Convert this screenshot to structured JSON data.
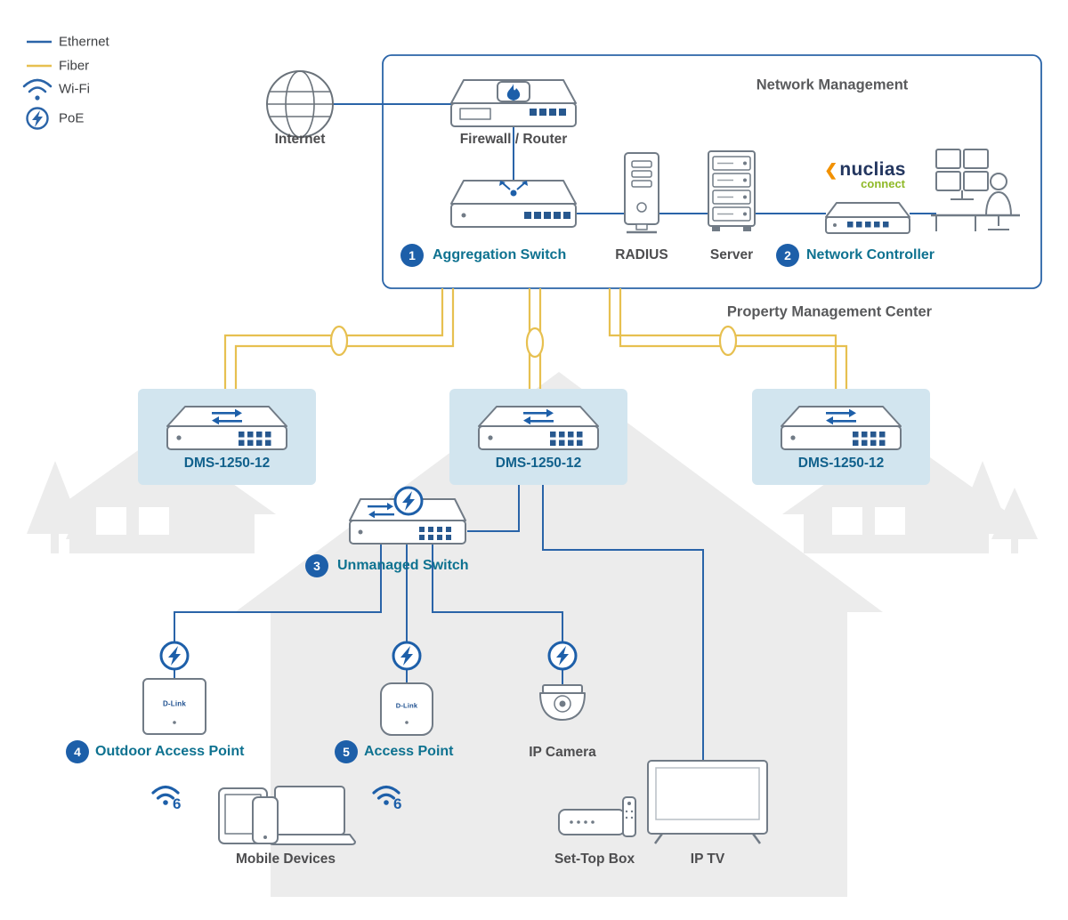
{
  "colors": {
    "ethernet_line": "#2a64a8",
    "fiber_line": "#e7c050",
    "feature_label": "#0e7290",
    "badge_fill": "#1d5fa9",
    "switch_box_fill": "#d2e5ef",
    "house_fill": "#ececec",
    "label_text": "#4d4d4f"
  },
  "legend": {
    "items": [
      {
        "id": "ethernet",
        "label": "Ethernet"
      },
      {
        "id": "fiber",
        "label": "Fiber"
      },
      {
        "id": "wifi",
        "label": "Wi-Fi"
      },
      {
        "id": "poe",
        "label": "PoE"
      }
    ]
  },
  "management": {
    "title": "Network Management",
    "footer": "Property Management Center",
    "internet_label": "Internet",
    "firewall_label": "Firewall / Router",
    "aggregation_badge": "1",
    "aggregation_label": "Aggregation Switch",
    "radius_label": "RADIUS",
    "server_label": "Server",
    "controller_badge": "2",
    "controller_label": "Network Controller",
    "nuclias_mark": "❮",
    "nuclias_brand": "nuclias",
    "nuclias_sub": "connect"
  },
  "access_switches": [
    {
      "model": "DMS-1250-12"
    },
    {
      "model": "DMS-1250-12"
    },
    {
      "model": "DMS-1250-12"
    }
  ],
  "unmanaged_switch": {
    "badge": "3",
    "label": "Unmanaged Switch"
  },
  "endpoints": {
    "outdoor_ap": {
      "badge": "4",
      "label": "Outdoor Access Point",
      "brand": "D-Link"
    },
    "indoor_ap": {
      "badge": "5",
      "label": "Access Point",
      "brand": "D-Link"
    },
    "camera_label": "IP Camera",
    "mobile_label": "Mobile Devices",
    "settop_label": "Set-Top Box",
    "iptv_label": "IP TV"
  },
  "icons": {
    "wifi6_text": "6"
  }
}
